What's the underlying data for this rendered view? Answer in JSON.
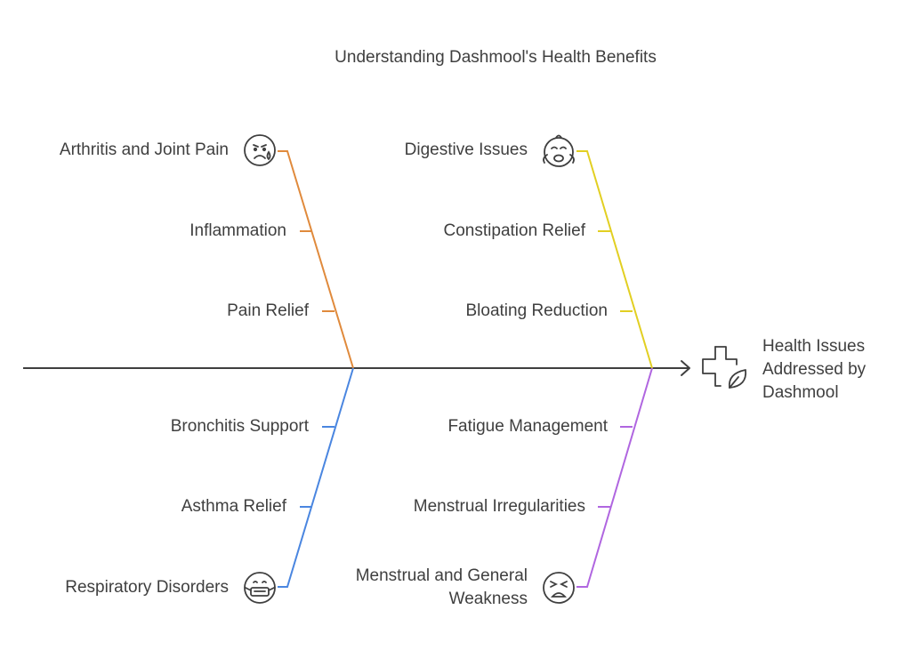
{
  "title": "Understanding Dashmool's Health Benefits",
  "head": {
    "lines": [
      "Health Issues",
      "Addressed by",
      "Dashmool"
    ],
    "icon": "medical-cross-leaf-icon"
  },
  "branches": [
    {
      "id": "joint",
      "color": "#e08a3c",
      "main": {
        "label": "Arthritis and Joint Pain",
        "icon": "sad-face-sweat-icon"
      },
      "subs": [
        "Inflammation",
        "Pain Relief"
      ]
    },
    {
      "id": "digestive",
      "color": "#e2cf22",
      "main": {
        "label": "Digestive Issues",
        "icon": "crying-baby-face-icon"
      },
      "subs": [
        "Constipation Relief",
        "Bloating Reduction"
      ]
    },
    {
      "id": "respiratory",
      "color": "#4a86e0",
      "main": {
        "label": "Respiratory Disorders",
        "icon": "mask-face-icon"
      },
      "subs": [
        "Bronchitis Support",
        "Asthma Relief"
      ]
    },
    {
      "id": "menstrual",
      "color": "#b066e0",
      "main": {
        "label_lines": [
          "Menstrual and General",
          "Weakness"
        ],
        "icon": "tired-face-icon"
      },
      "subs": [
        "Fatigue Management",
        "Menstrual Irregularities"
      ]
    }
  ]
}
